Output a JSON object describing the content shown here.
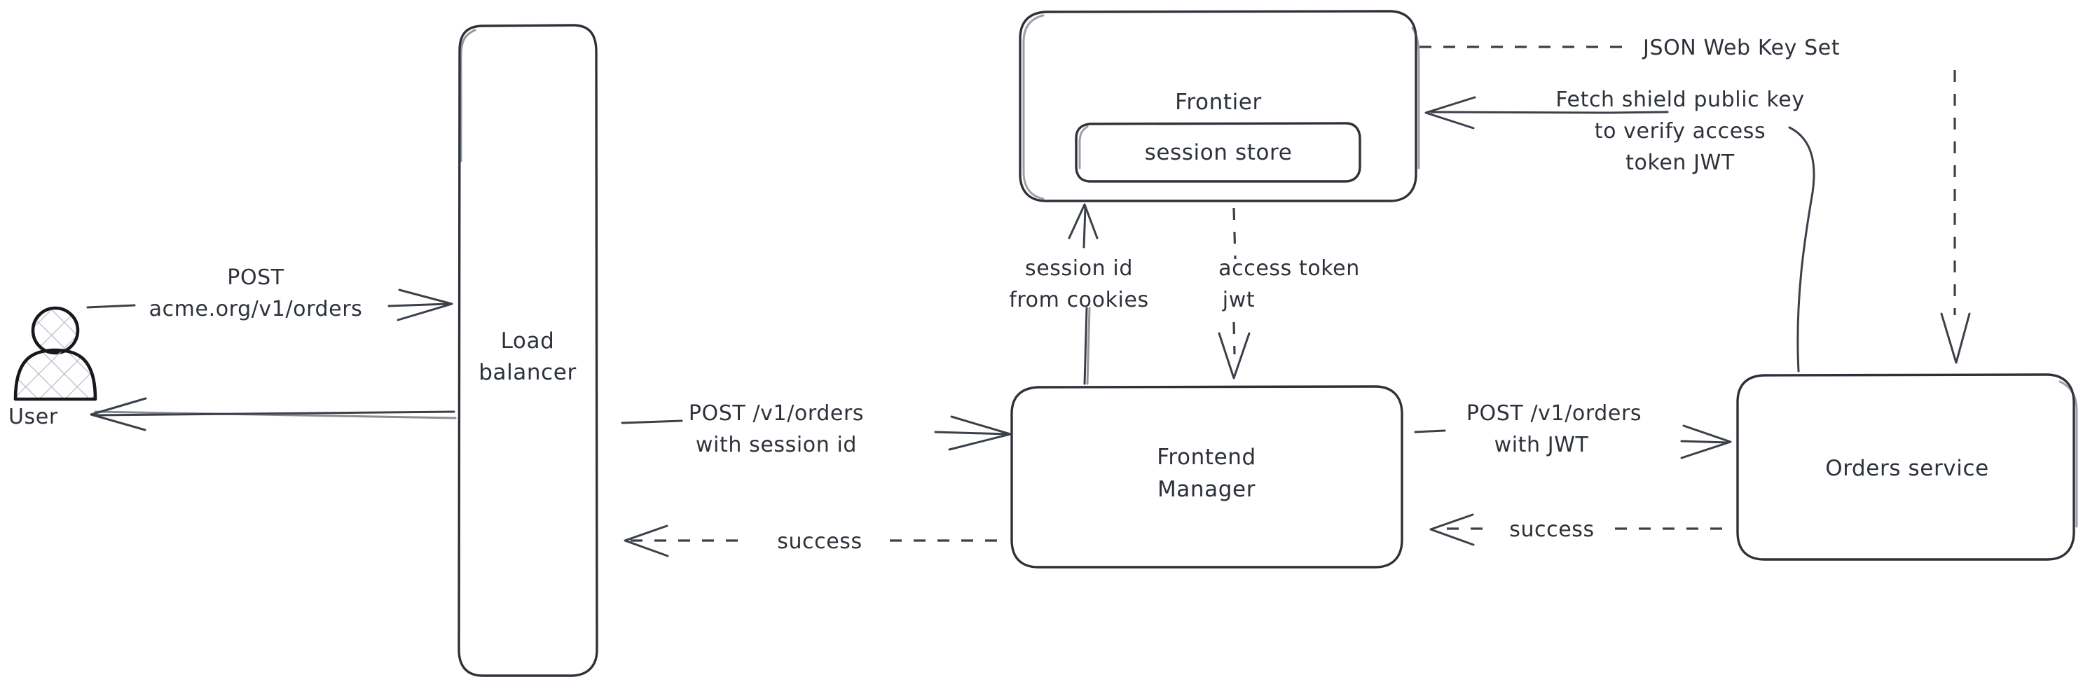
{
  "diagram": {
    "title": "Request flow with session store and JWT verification",
    "background_color": "#ffffff",
    "stroke_color": "#2d323a",
    "text_color": "#2d323a",
    "style": "hand-drawn"
  },
  "actors": [
    {
      "id": "user",
      "label": "User",
      "icon": "person-icon"
    }
  ],
  "nodes": [
    {
      "id": "load-balancer",
      "label_line1": "Load",
      "label_line2": "balancer"
    },
    {
      "id": "frontier",
      "label": "Frontier",
      "child": {
        "id": "session-store",
        "label": "session store"
      }
    },
    {
      "id": "frontend-manager",
      "label_line1": "Frontend",
      "label_line2": "Manager"
    },
    {
      "id": "orders-service",
      "label": "Orders service"
    }
  ],
  "edges": [
    {
      "id": "user-to-lb",
      "from": "user",
      "to": "load-balancer",
      "line": "solid",
      "label_line1": "POST",
      "label_line2": "acme.org/v1/orders"
    },
    {
      "id": "lb-to-user",
      "from": "load-balancer",
      "to": "user",
      "line": "solid",
      "label": ""
    },
    {
      "id": "lb-to-fm",
      "from": "load-balancer",
      "to": "frontend-manager",
      "line": "solid",
      "label_line1": "POST /v1/orders",
      "label_line2": "with session id"
    },
    {
      "id": "fm-to-lb",
      "from": "frontend-manager",
      "to": "load-balancer",
      "line": "dashed",
      "label": "success"
    },
    {
      "id": "fm-to-frontier",
      "from": "frontend-manager",
      "to": "frontier",
      "line": "solid",
      "label_line1": "session id",
      "label_line2": "from cookies"
    },
    {
      "id": "frontier-to-fm",
      "from": "frontier",
      "to": "frontend-manager",
      "line": "dashed",
      "label_line1": "access token",
      "label_line2": "jwt"
    },
    {
      "id": "fm-to-orders",
      "from": "frontend-manager",
      "to": "orders-service",
      "line": "solid",
      "label_line1": "POST /v1/orders",
      "label_line2": "with JWT"
    },
    {
      "id": "orders-to-fm",
      "from": "orders-service",
      "to": "frontend-manager",
      "line": "dashed",
      "label": "success"
    },
    {
      "id": "orders-to-frontier",
      "from": "orders-service",
      "to": "frontier",
      "line": "solid",
      "label_line1": "Fetch shield public key",
      "label_line2": "to verify access",
      "label_line3": "token JWT"
    },
    {
      "id": "frontier-to-orders",
      "from": "frontier",
      "to": "orders-service",
      "line": "dashed",
      "label": "JSON Web Key Set"
    }
  ]
}
